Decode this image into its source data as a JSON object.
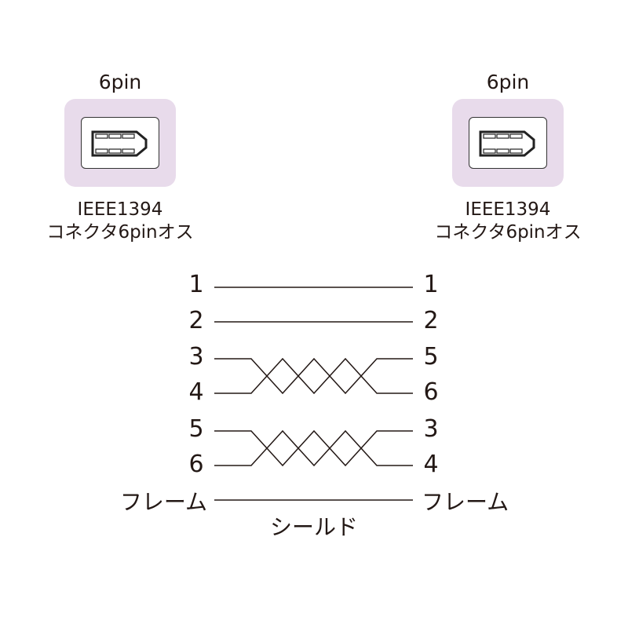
{
  "left_connector": {
    "pin_label": "6pin",
    "name_line1": "IEEE1394",
    "name_line2": "コネクタ6pinオス"
  },
  "right_connector": {
    "pin_label": "6pin",
    "name_line1": "IEEE1394",
    "name_line2": "コネクタ6pinオス"
  },
  "wiring": {
    "left_pins": [
      "1",
      "2",
      "3",
      "4",
      "5",
      "6"
    ],
    "right_pins": [
      "1",
      "2",
      "5",
      "6",
      "3",
      "4"
    ],
    "frame_left": "フレーム",
    "frame_right": "フレーム",
    "shield_label": "シールド"
  },
  "colors": {
    "connector_bg": "#e8dbeb",
    "line": "#231815"
  }
}
